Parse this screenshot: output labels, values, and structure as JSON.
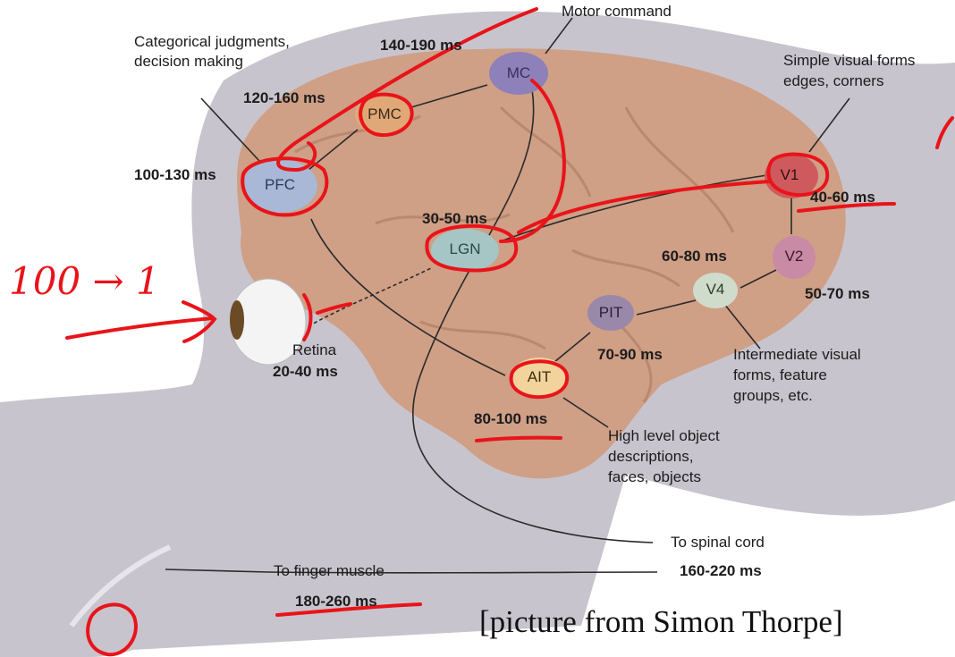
{
  "nodes": {
    "mc": "MC",
    "pmc": "PMC",
    "pfc": "PFC",
    "lgn": "LGN",
    "v1": "V1",
    "v2": "V2",
    "v4": "V4",
    "pit": "PIT",
    "ait": "AIT"
  },
  "labels": {
    "motor_command": "Motor command",
    "categorical_1": "Categorical judgments,",
    "categorical_2": "decision making",
    "simple_1": "Simple visual forms",
    "simple_2": "edges, corners",
    "retina": "Retina",
    "retina_time": "20-40 ms",
    "intermediate_1": "Intermediate visual",
    "intermediate_2": "forms, feature",
    "intermediate_3": "groups, etc.",
    "high_1": "High level object",
    "high_2": "descriptions,",
    "high_3": "faces, objects",
    "spinal": "To spinal cord",
    "finger": "To finger muscle"
  },
  "timings": {
    "mc": "140-190 ms",
    "pmc": "120-160 ms",
    "pfc": "100-130 ms",
    "lgn": "30-50 ms",
    "v1": "40-60 ms",
    "v2": "50-70 ms",
    "v4": "60-80 ms",
    "pit": "70-90 ms",
    "ait": "80-100 ms",
    "spinal": "160-220 ms",
    "finger": "180-260 ms"
  },
  "annotation": {
    "handwritten": "100 → 1"
  },
  "credit": "[picture from Simon Thorpe]",
  "colors": {
    "background": "#ffffff",
    "head": "#c6c2cb",
    "brain": "#cf9f86",
    "ink": "#e8141a",
    "mc": "#8e80b8",
    "pmc": "#e1a877",
    "pfc": "#a8b8d6",
    "lgn": "#a6c6c6",
    "v1": "#cf5a5e",
    "v2": "#c98aa6",
    "v4": "#cfdccc",
    "pit": "#9a88aa",
    "ait": "#f1d39b"
  }
}
